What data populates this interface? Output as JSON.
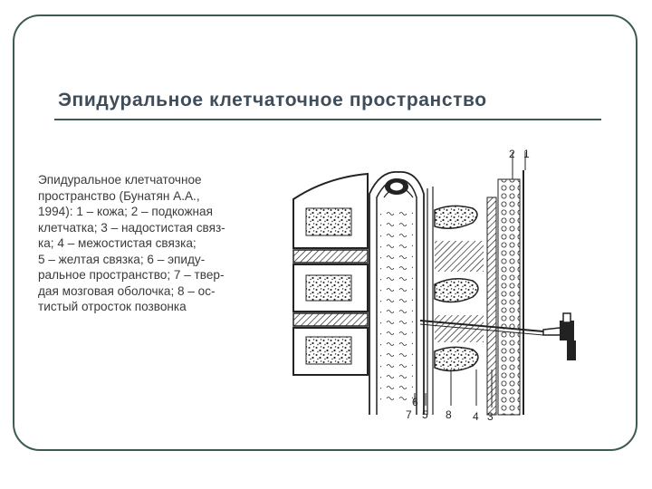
{
  "slide": {
    "title": "Эпидуральное клетчаточное пространство",
    "caption_lines": [
      "Эпидуральное клетчаточное",
      "пространство (Бунатян А.А.,",
      "1994): 1 – кожа; 2 – подкожная",
      "клетчатка; 3 – надостистая связ-",
      "ка; 4 – межостистая связка;",
      "5 – желтая связка; 6 – эпиду-",
      "ральное пространство; 7 – твер-",
      "дая мозговая оболочка; 8 – ос-",
      "тистый отросток позвонка"
    ]
  },
  "figure": {
    "label_2": "2",
    "label_1": "1",
    "label_6": "6",
    "label_7": "7",
    "label_5": "5",
    "label_8": "8",
    "label_4": "4",
    "label_3": "3"
  },
  "colors": {
    "frame": "#3e5a55",
    "title": "#3f4d5a",
    "ink": "#222222"
  }
}
